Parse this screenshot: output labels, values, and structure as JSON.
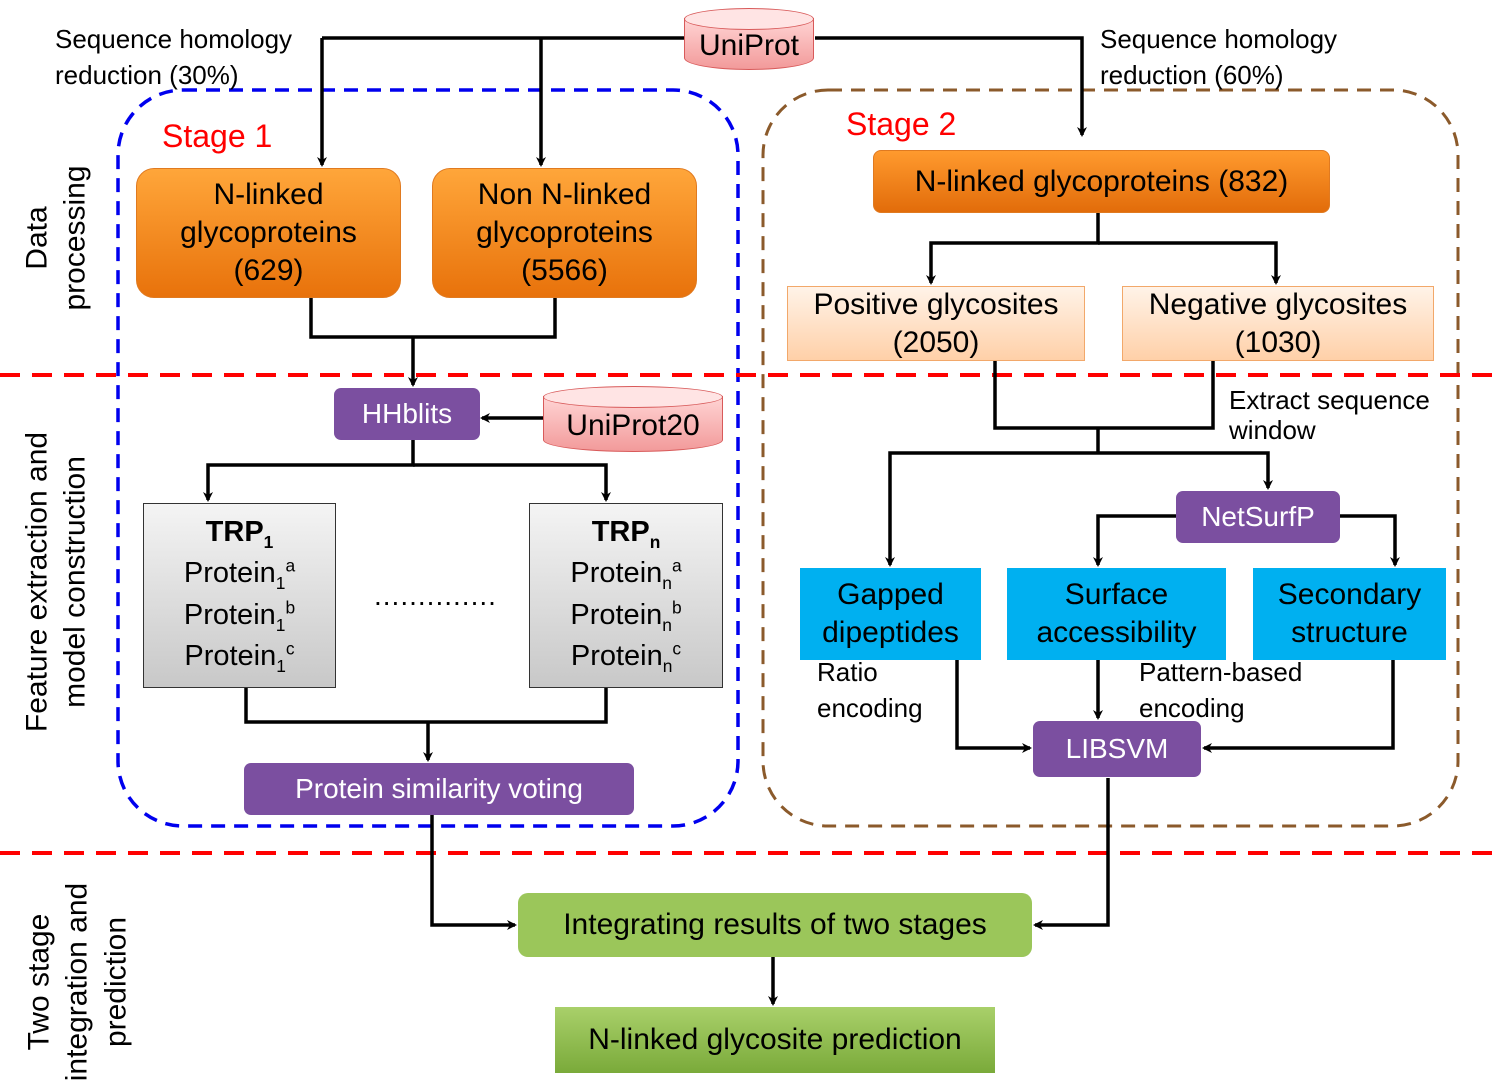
{
  "source": {
    "label": "UniProt"
  },
  "annotations": {
    "homology_left": [
      "Sequence homology",
      "reduction (30%)"
    ],
    "homology_right": [
      "Sequence homology",
      "reduction (60%)"
    ],
    "extract_window": [
      "Extract sequence",
      "window"
    ],
    "ratio_encoding": [
      "Ratio",
      "encoding"
    ],
    "pattern_encoding": [
      "Pattern-based",
      "encoding"
    ]
  },
  "stage1": {
    "title": "Stage 1",
    "nlinked": [
      "N-linked",
      "glycoproteins",
      "(629)"
    ],
    "non_nlinked": [
      "Non N-linked",
      "glycoproteins",
      "(5566)"
    ],
    "hhblits": "HHblits",
    "uniprot20": "UniProt20",
    "trp1": {
      "head": "TRP",
      "head_sub": "1",
      "protein": "Protein",
      "sub": "1",
      "sups": [
        "a",
        "b",
        "c"
      ]
    },
    "trpn": {
      "head": "TRP",
      "head_sub": "n",
      "protein": "Protein",
      "sub": "n",
      "sups": [
        "a",
        "b",
        "c"
      ]
    },
    "ellipsis": "..............",
    "voting": "Protein similarity voting"
  },
  "stage2": {
    "title": "Stage 2",
    "nlinked": "N-linked glycoproteins (832)",
    "positive": [
      "Positive glycosites",
      "(2050)"
    ],
    "negative": [
      "Negative glycosites",
      "(1030)"
    ],
    "netsurfp": "NetSurfP",
    "gapped": [
      "Gapped",
      "dipeptides"
    ],
    "surface": [
      "Surface",
      "accessibility"
    ],
    "secondary": [
      "Secondary",
      "structure"
    ],
    "libsvm": "LIBSVM"
  },
  "integration": "Integrating results of two stages",
  "prediction": "N-linked glycosite prediction",
  "sections": {
    "data_processing": [
      "Data",
      "processing"
    ],
    "feature_extraction": [
      "Feature extraction and",
      "model construction"
    ],
    "integration": [
      "Two stage",
      "integration and",
      "prediction"
    ]
  },
  "colors": {
    "stage1_border": "#0000ee",
    "stage2_border": "#8b5a2b",
    "separator": "#ff0000",
    "stage_title": "#ff0000",
    "orange": "#f08020",
    "purple": "#7b4fa0",
    "cyan": "#00b0f0",
    "green": "#9bc65a"
  }
}
